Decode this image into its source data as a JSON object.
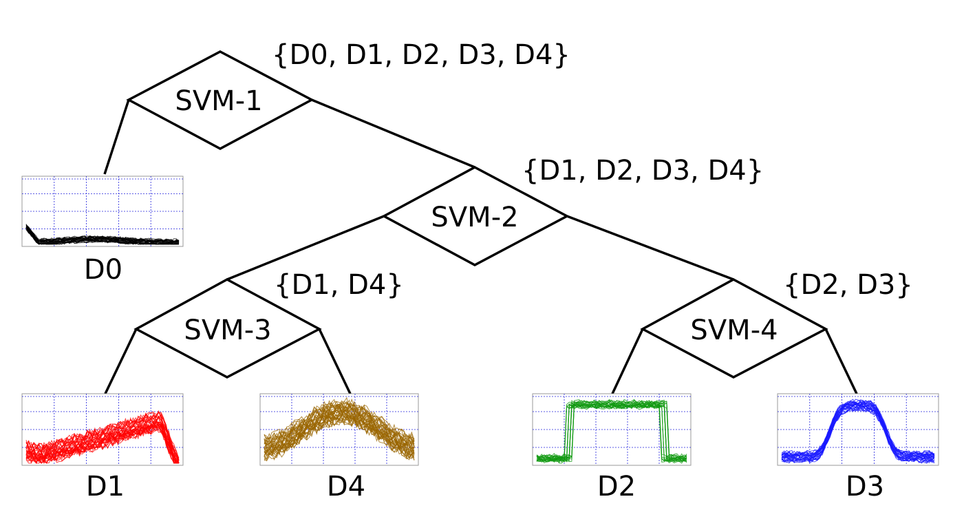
{
  "nodes": [
    {
      "id": "svm1",
      "label": "SVM-1",
      "set": "{D0, D1, D2, D3, D4}"
    },
    {
      "id": "svm2",
      "label": "SVM-2",
      "set": "{D1, D2, D3, D4}"
    },
    {
      "id": "svm3",
      "label": "SVM-3",
      "set": "{D1, D4}"
    },
    {
      "id": "svm4",
      "label": "SVM-4",
      "set": "{D2, D3}"
    }
  ],
  "leaves": [
    {
      "id": "d0",
      "label": "D0",
      "color": "#000000"
    },
    {
      "id": "d1",
      "label": "D1",
      "color": "#ff0000"
    },
    {
      "id": "d4",
      "label": "D4",
      "color": "#996600"
    },
    {
      "id": "d2",
      "label": "D2",
      "color": "#119911"
    },
    {
      "id": "d3",
      "label": "D3",
      "color": "#1a1aff"
    }
  ],
  "colors": {
    "line": "#000000",
    "grid": "#2222dd",
    "plot_frame": "#999999"
  }
}
